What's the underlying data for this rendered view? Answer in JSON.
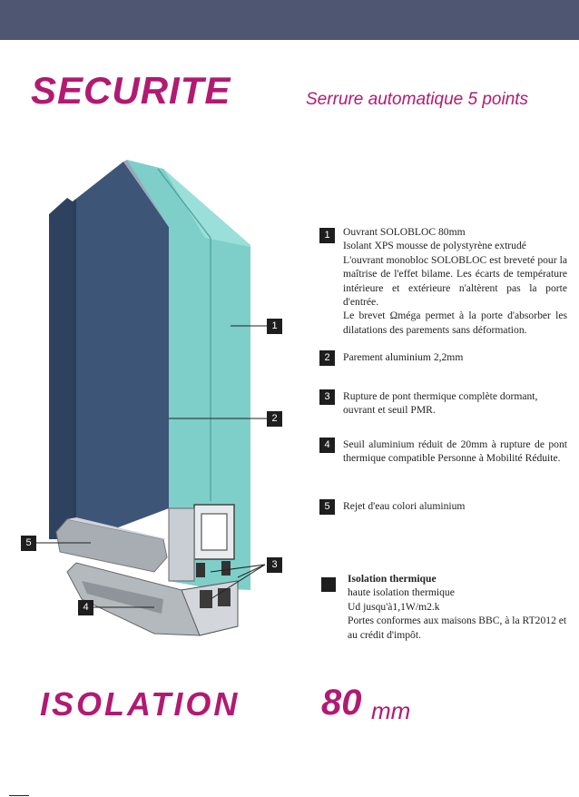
{
  "header": {
    "title": "SECURITE",
    "subtitle": "Serrure automatique 5 points"
  },
  "callouts": [
    "1",
    "2",
    "3",
    "4",
    "5"
  ],
  "items": [
    {
      "number": "1",
      "lines": [
        "Ouvrant SOLOBLOC 80mm",
        "Isolant XPS mousse de polystyrène extrudé",
        "L'ouvrant monobloc SOLOBLOC est breveté pour la maîtrise de l'effet bilame. Les écarts de température intérieure et extérieure n'altèrent pas la porte d'entrée.",
        "Le brevet Ωméga permet à la porte d'absorber les dilatations des parements sans déformation."
      ]
    },
    {
      "number": "2",
      "lines": [
        "Parement aluminium 2,2mm"
      ]
    },
    {
      "number": "3",
      "lines": [
        "Rupture de pont thermique complète dormant, ouvrant et seuil PMR."
      ]
    },
    {
      "number": "4",
      "lines": [
        "Seuil aluminium réduit de 20mm à rupture de pont thermique compatible Personne à Mobilité Réduite."
      ]
    },
    {
      "number": "5",
      "lines": [
        "Rejet d'eau colori aluminium"
      ]
    }
  ],
  "isolation": {
    "title": "Isolation thermique",
    "line1": "haute isolation thermique",
    "line2": "Ud jusqu'à1,1W/m2.k",
    "line3": "Portes conformes aux maisons BBC, à la RT2012 et au crédit d'impôt."
  },
  "footer": {
    "title": "ISOLATION",
    "value": "80",
    "unit": "mm"
  },
  "colors": {
    "accent": "#b21a72",
    "topbar": "#4e5672",
    "panel": "#3d5577",
    "insulation": "#7ecfc9"
  }
}
